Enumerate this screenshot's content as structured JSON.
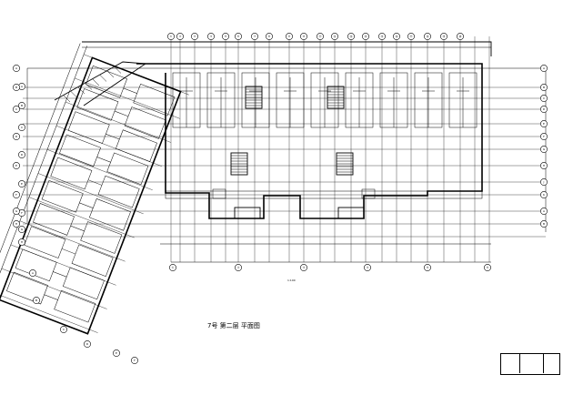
{
  "drawing": {
    "title": "7号 第二层      平面图",
    "scale_note": "1:100",
    "note_small": "",
    "colors": {
      "line": "#000000",
      "background": "#ffffff"
    },
    "axis_bubbles_top": [
      "①",
      "②",
      "③",
      "④",
      "⑤",
      "⑥",
      "⑦",
      "⑧",
      "⑨",
      "⑩",
      "⑪",
      "⑫",
      "⑬",
      "⑭",
      "⑮",
      "⑯",
      "⑰",
      "⑱",
      "⑲",
      "⑳"
    ],
    "axis_bubbles_left": [
      "A",
      "B",
      "C",
      "D",
      "E",
      "F",
      "G",
      "H",
      "J",
      "K"
    ],
    "axis_bubbles_right": [
      "A",
      "B",
      "C",
      "D",
      "E",
      "F",
      "G",
      "H",
      "J",
      "K"
    ]
  },
  "title_block": {
    "label": ""
  }
}
